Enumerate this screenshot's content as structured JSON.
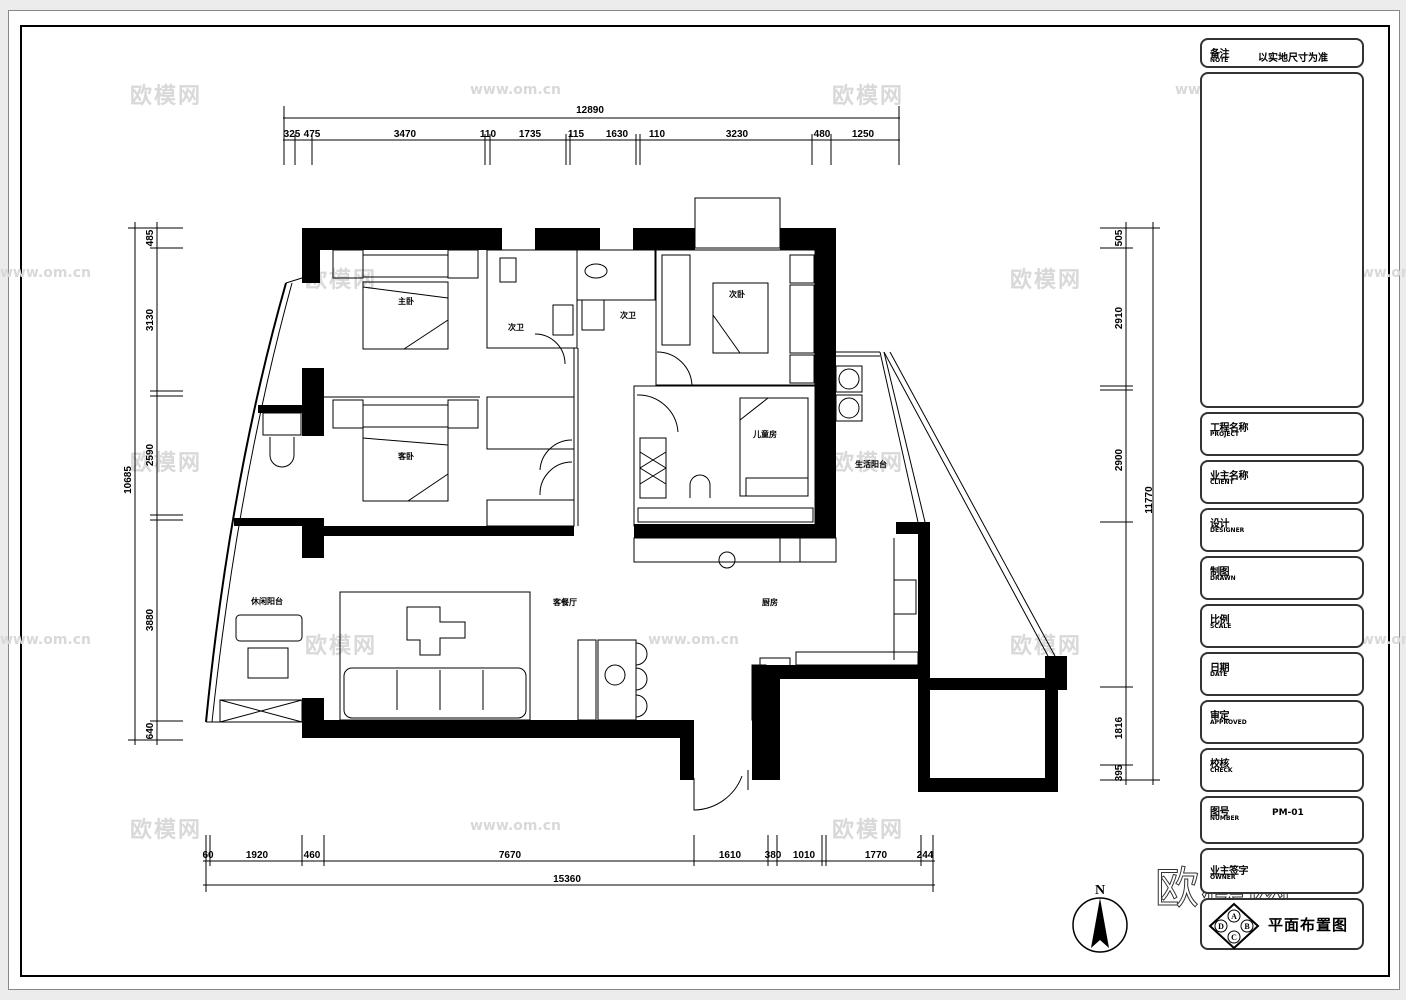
{
  "drawing": {
    "title": "平面布置图",
    "north_label": "N",
    "compass_letters": [
      "A",
      "B",
      "C",
      "D"
    ]
  },
  "dimensions": {
    "top_total": "12890",
    "top_segments": [
      "325",
      "475",
      "3470",
      "110",
      "1735",
      "115",
      "1630",
      "110",
      "3230",
      "480",
      "1250"
    ],
    "bottom_total": "15360",
    "bottom_segments": [
      "60",
      "1920",
      "460",
      "7670",
      "1610",
      "380",
      "1010",
      "1770",
      "244"
    ],
    "left_total": "10685",
    "left_segments": [
      "485",
      "3130",
      "2590",
      "3880",
      "640"
    ],
    "right_total": "11770",
    "right_segments": [
      "505",
      "2910",
      "2900",
      "1816",
      "395"
    ]
  },
  "rooms": [
    {
      "id": "master-bedroom",
      "label": "主卧"
    },
    {
      "id": "bathroom-1",
      "label": "次卫"
    },
    {
      "id": "bathroom-2",
      "label": "次卫"
    },
    {
      "id": "guest-bedroom",
      "label": "客卧"
    },
    {
      "id": "second-bedroom",
      "label": "次卧"
    },
    {
      "id": "children-room",
      "label": "儿童房"
    },
    {
      "id": "living-room",
      "label": "客餐厅"
    },
    {
      "id": "kitchen",
      "label": "厨房"
    },
    {
      "id": "leisure-balcony",
      "label": "休闲阳台"
    },
    {
      "id": "utility-balcony",
      "label": "生活阳台"
    }
  ],
  "title_block": {
    "note": {
      "cn": "备注",
      "en": "NOTE",
      "value": "以实地尺寸为准"
    },
    "rows": [
      {
        "cn": "工程名称",
        "en": "PROJECT",
        "value": ""
      },
      {
        "cn": "业主名称",
        "en": "CLIENT",
        "value": ""
      },
      {
        "cn": "设计",
        "en": "DESIGNER",
        "value": ""
      },
      {
        "cn": "制图",
        "en": "DRAWN",
        "value": ""
      },
      {
        "cn": "比例",
        "en": "SCALE",
        "value": ""
      },
      {
        "cn": "日期",
        "en": "DATE",
        "value": ""
      },
      {
        "cn": "审定",
        "en": "APPROVED",
        "value": ""
      },
      {
        "cn": "校核",
        "en": "CHECK",
        "value": ""
      },
      {
        "cn": "图号",
        "en": "NUMBER",
        "value": "PM-01"
      },
      {
        "cn": "业主签字",
        "en": "OWNER",
        "value": ""
      }
    ]
  },
  "watermarks": {
    "brand": "欧模网",
    "url": "www.om.cn"
  },
  "colors": {
    "wall": "#000000",
    "line": "#000000",
    "paper": "#ffffff",
    "watermark": "#d9d9d9"
  }
}
